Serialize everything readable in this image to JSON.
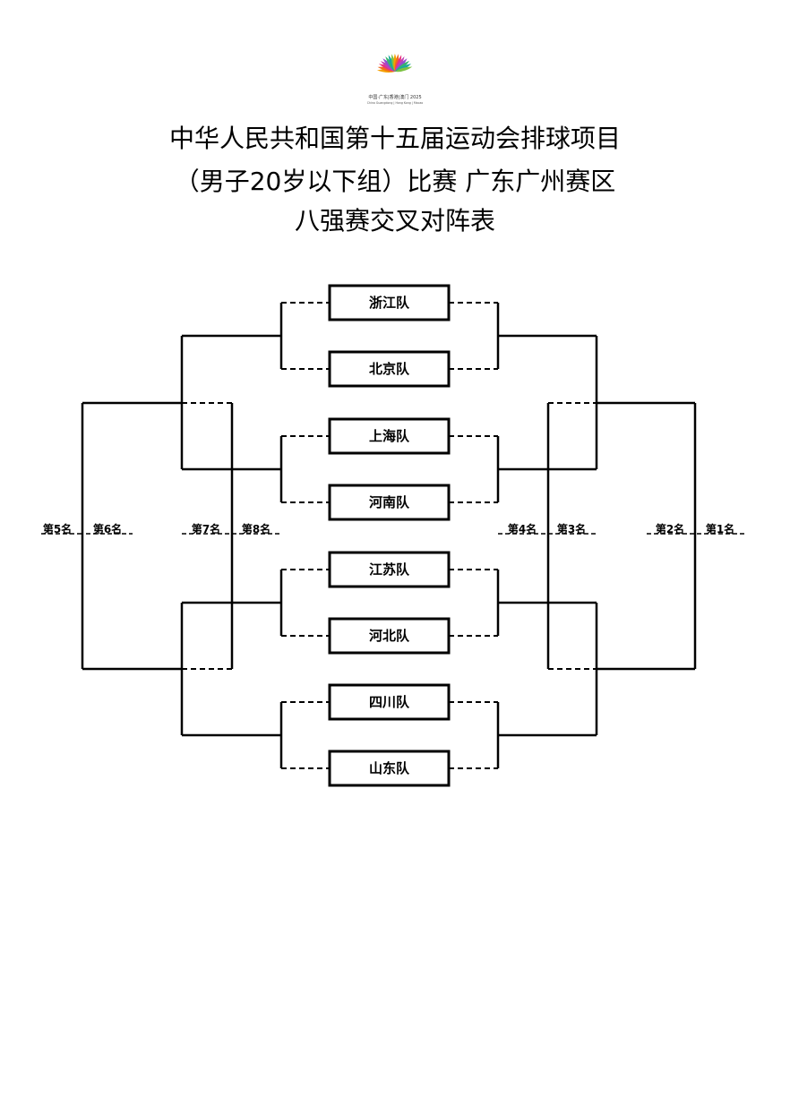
{
  "logo": {
    "name": "games-logo",
    "text": "中国·广东|香港|澳门 2025",
    "subtext": "China Guangdong | Hong Kong | Macao",
    "colors": [
      "#f5a000",
      "#f06a1e",
      "#e8327c",
      "#c23fb6",
      "#8f4fd0",
      "#35b56b",
      "#18a7a0",
      "#7cc242"
    ]
  },
  "title": {
    "line1": "中华人民共和国第十五届运动会排球项目",
    "line2": "（男子20岁以下组）比赛 广东广州赛区",
    "line3": "八强赛交叉对阵表"
  },
  "teams": [
    "浙江队",
    "北京队",
    "上海队",
    "河南队",
    "江苏队",
    "河北队",
    "四川队",
    "山东队"
  ],
  "ranks": {
    "left": [
      "第5名",
      "第6名",
      "第7名",
      "第8名"
    ],
    "right": [
      "第4名",
      "第3名",
      "第2名",
      "第1名"
    ]
  },
  "colors": {
    "line": "#000000",
    "background": "#ffffff"
  }
}
